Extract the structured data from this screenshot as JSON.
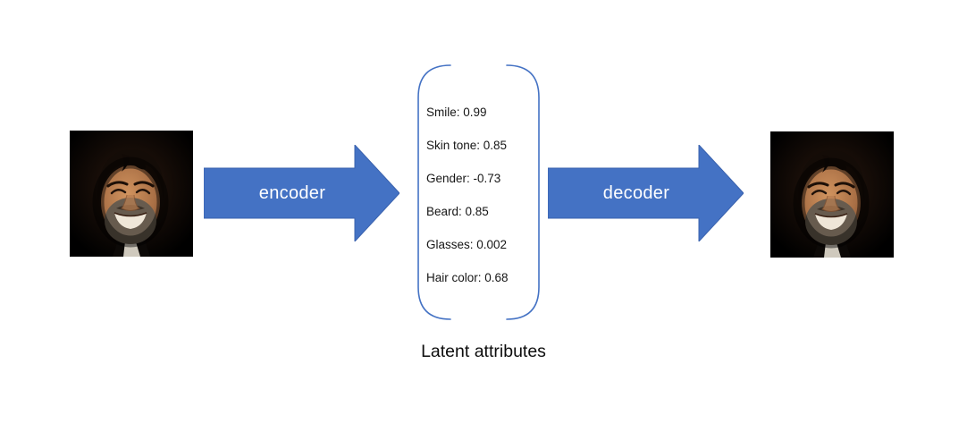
{
  "diagram": {
    "caption": "Latent attributes",
    "encoder": {
      "label": "encoder"
    },
    "decoder": {
      "label": "decoder"
    },
    "latent": {
      "items": [
        "Smile: 0.99",
        "Skin tone: 0.85",
        "Gender: -0.73",
        "Beard: 0.85",
        "Glasses: 0.002",
        "Hair color: 0.68"
      ]
    },
    "input_image": {
      "icon": "smiling-bearded-man-photo"
    },
    "output_image": {
      "icon": "smiling-bearded-man-photo"
    },
    "colors": {
      "arrow_fill": "#4472C4",
      "arrow_border": "#3A62AE",
      "bracket_stroke": "#4472C4",
      "text": "#161616",
      "background": "#FFFFFF"
    }
  }
}
